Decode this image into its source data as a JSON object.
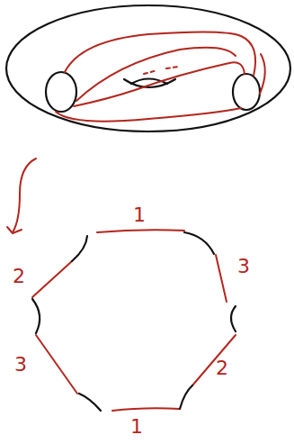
{
  "diagram": {
    "labels": [
      "1",
      "2",
      "3",
      "3",
      "2",
      "1"
    ]
  }
}
